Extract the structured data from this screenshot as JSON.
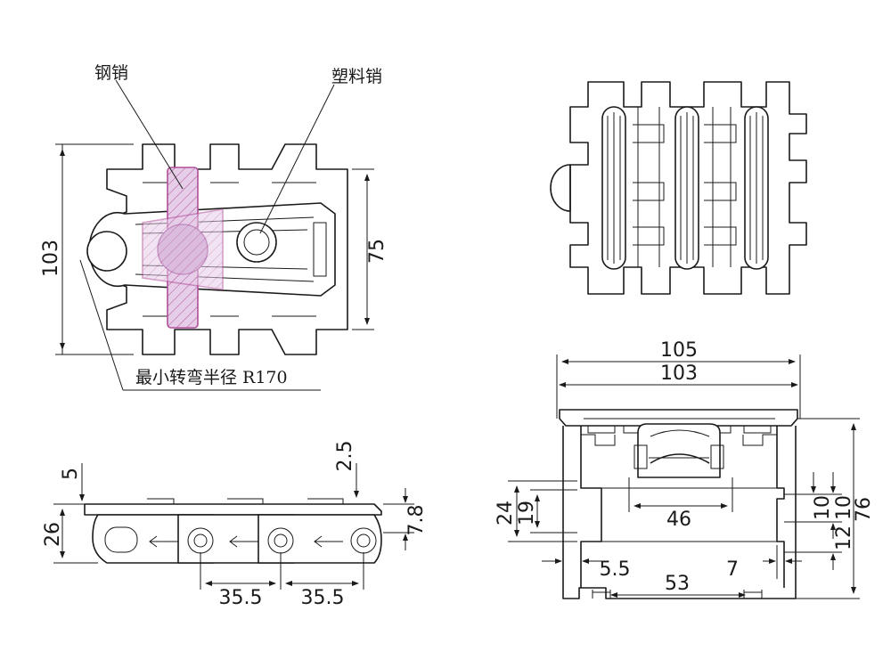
{
  "labels": {
    "steel_pin": "钢销",
    "plastic_pin": "塑料销",
    "min_turn_radius": "最小转弯半径 R170"
  },
  "dimensions": {
    "overall_length_left": "103",
    "body_height_left": "75",
    "top_thickness": "5",
    "lip": "2.5",
    "side_height": "26",
    "pin_offset": "7.8",
    "pitch_1": "35.5",
    "pitch_2": "35.5",
    "width_outer": "105",
    "width_inner": "103",
    "left_slot_outer": "24",
    "left_slot_inner": "19",
    "center_gap": "46",
    "right_gap_1": "10",
    "right_gap_2": "10",
    "right_gap_3": "12",
    "total_height": "76",
    "left_offset": "5.5",
    "right_offset": "7",
    "bottom_span": "53"
  },
  "colors": {
    "line": "#1a1a1a",
    "pin_fill": "#cfa6d3",
    "pin_stroke": "#9b4a96"
  }
}
